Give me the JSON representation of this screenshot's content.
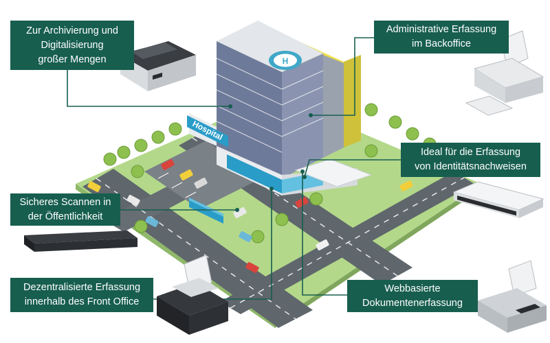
{
  "colors": {
    "label_bg": "#175e4f",
    "connector": "#175e4f",
    "ground": "#b3d88a",
    "road": "#5f666c",
    "building_glass": "#6e7a99",
    "helipad": "#3fa8c8",
    "sign_blue": "#2a9cc8"
  },
  "building": {
    "sign_text": "Hospital"
  },
  "labels": [
    {
      "id": "archiving",
      "text": "Zur Archivierung und\nDigitalisierung\ngroßer Mengen"
    },
    {
      "id": "backoffice",
      "text": "Administrative Erfassung\nim Backoffice"
    },
    {
      "id": "identity",
      "text": "Ideal für die Erfassung\nvon Identitätsnachweisen"
    },
    {
      "id": "public",
      "text": "Sicheres Scannen in\nder Öffentlichkeit"
    },
    {
      "id": "frontoffice",
      "text": "Dezentralisierte Erfassung\ninnerhalb des Front Office"
    },
    {
      "id": "web",
      "text": "Webbasierte\nDokumentenerfassung"
    }
  ],
  "devices": [
    {
      "name": "production-scanner-icon"
    },
    {
      "name": "desktop-scanner-icon"
    },
    {
      "name": "flatbed-id-scanner-icon"
    },
    {
      "name": "mobile-scanner-icon"
    },
    {
      "name": "departmental-scanner-icon"
    },
    {
      "name": "network-scanner-icon"
    }
  ]
}
